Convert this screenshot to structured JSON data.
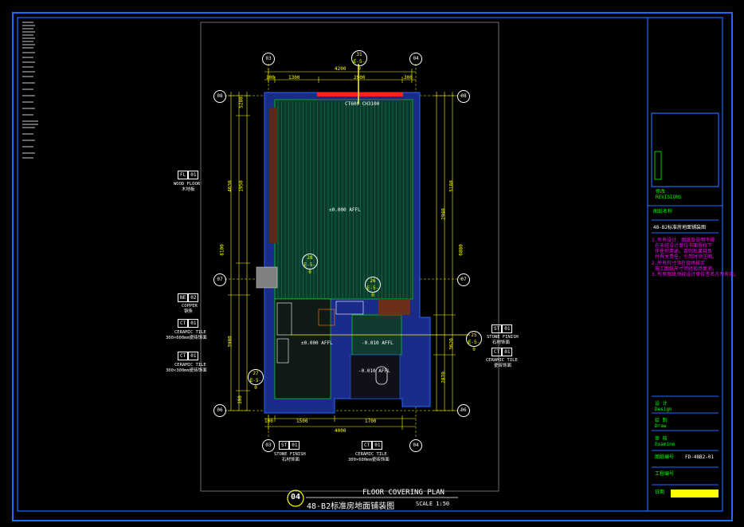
{
  "drawing": {
    "title_en": "FLOOR COVERING PLAN",
    "title_cn": "48-B2标准房地面铺装图",
    "scale": "SCALE 1:50",
    "number": "04"
  },
  "grid_bubbles": {
    "top_left": "03",
    "top_right": "04",
    "bottom_left": "03",
    "bottom_right": "04",
    "left_top": "08",
    "left_mid": "07",
    "left_bot": "06",
    "right_top": "08",
    "right_mid": "07",
    "right_bot": "06"
  },
  "dimensions": {
    "top_total": "4200",
    "top_parts": [
      "100",
      "1300",
      "2900",
      "300"
    ],
    "bottom_total": "4000",
    "bottom_parts": [
      "100",
      "1500",
      "1700"
    ],
    "left_parts": [
      "5280",
      "4630",
      "1950",
      "8100",
      "3980",
      "300"
    ],
    "right_parts": [
      "5180",
      "2940",
      "6880",
      "3620",
      "2870"
    ]
  },
  "callouts": {
    "top": {
      "num": "31",
      "sheet": "E-5-0"
    },
    "mid": {
      "num": "28",
      "sheet": "E-5-0"
    },
    "mid2": {
      "num": "26",
      "sheet": "E-5-0"
    },
    "right": {
      "num": "25",
      "sheet": "E-5-0"
    },
    "left": {
      "num": "27",
      "sheet": "E-5-0"
    }
  },
  "annotations": {
    "curtain": "CT600 CH3100",
    "affl_main": "±0.000 AFFL",
    "affl_left": "±0.000 AFFL",
    "affl_mid": "-0.010 AFFL",
    "affl_bath": "-0.010 AFFL"
  },
  "materials": [
    {
      "code": "FL",
      "num": "01",
      "en": "WOOD FLOOR",
      "cn": "木地板"
    },
    {
      "code": "NE",
      "num": "02",
      "en": "COPPER",
      "cn": "铜条"
    },
    {
      "code": "CT",
      "num": "01",
      "en": "CERAMIC TILE",
      "cn": "300×600mm瓷砖饰面"
    },
    {
      "code": "CT",
      "num": "01",
      "en": "CERAMIC TILE",
      "cn": "300×300mm瓷砖饰面"
    },
    {
      "code": "ST",
      "num": "01",
      "en": "STONE FINISH",
      "cn": "石材饰面"
    },
    {
      "code": "CT",
      "num": "01",
      "en": "CERAMIC TILE",
      "cn": "瓷砖饰面"
    },
    {
      "code": "ST",
      "num": "01",
      "en": "STONE FINISH",
      "cn": "石材饰面"
    },
    {
      "code": "CT",
      "num": "01",
      "en": "CERAMIC TILE",
      "cn": "300×600mm瓷砖饰面"
    }
  ],
  "title_block": {
    "revisions_cn": "修改",
    "revisions_en": "REVISIONS",
    "drawing_name_label": "图纸名称",
    "drawing_name": "48-B2标准房地面铺装图",
    "notes": [
      "1.所有设计、图纸及说明不得",
      "在未经设计单位书面授权下",
      "作任何用途，否则后果自负",
      "付有关责任，引用时须注明。",
      "2.所有尺寸须在现场核实",
      "施工图纸尺寸须经现场复测。",
      "3.所有图纸须经设计单位签名方为有效。"
    ],
    "design_cn": "设 计",
    "design_en": "Design",
    "draw_cn": "绘 制",
    "draw_en": "Draw",
    "examine_cn": "审 核",
    "examine_en": "Examine",
    "drawing_no_label": "图纸编号",
    "drawing_no": "FD-48B2-01",
    "project_no_label": "工程编号",
    "date_label": "日期"
  },
  "colors": {
    "frame": "#1e6bff",
    "cyan": "#00ffff",
    "yellow": "#ffff00",
    "green": "#00ff00",
    "wall": "#1a2b8a",
    "floor": "#0a3a2a",
    "brown": "#7a3a18",
    "red": "#ff2020"
  }
}
